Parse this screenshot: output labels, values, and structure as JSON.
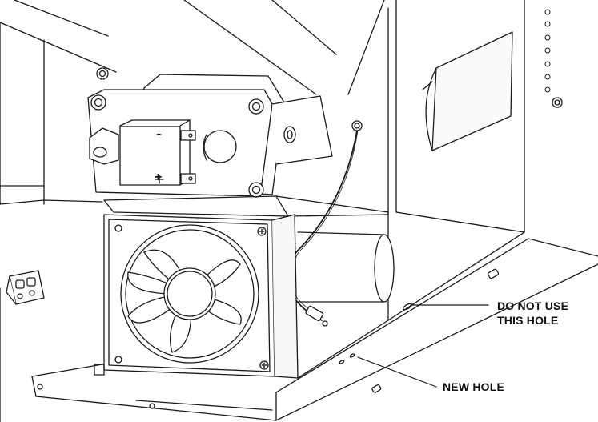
{
  "callouts": {
    "do_not_use": {
      "line1": "DO NOT USE",
      "line2": "THIS HOLE"
    },
    "new_hole": "NEW HOLE"
  },
  "polarity": {
    "minus": "-",
    "plus": "+"
  },
  "colors": {
    "line": "#1a1a1a",
    "fill": "#ffffff",
    "shade": "#f2f2f2"
  }
}
